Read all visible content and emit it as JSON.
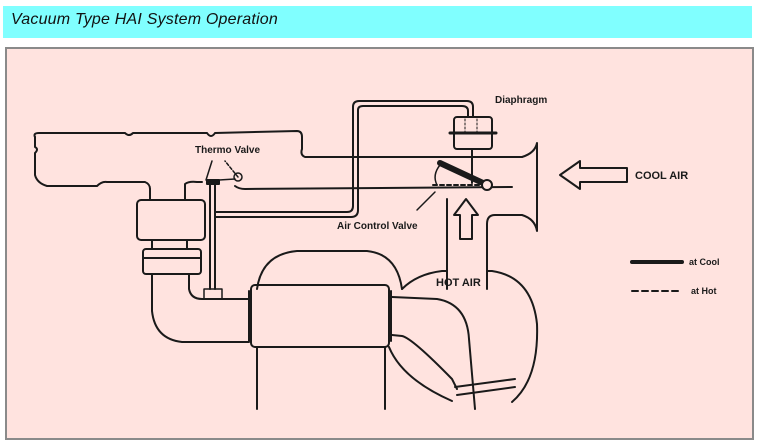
{
  "header": {
    "title": "Vacuum Type HAI System Operation",
    "background_color": "#80ffff"
  },
  "diagram": {
    "background_color": "#ffe3df",
    "labels": {
      "diaphragm": "Diaphragm",
      "thermo_valve": "Thermo Valve",
      "air_control_valve": "Air Control Valve",
      "cool_air": "COOL AIR",
      "hot_air": "HOT AIR"
    },
    "legend": [
      {
        "style": "solid",
        "label": "at Cool"
      },
      {
        "style": "dashed",
        "label": "at Hot"
      }
    ]
  }
}
